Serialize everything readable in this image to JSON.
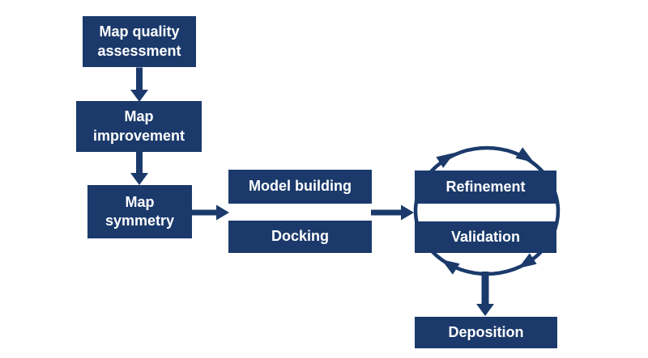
{
  "colors": {
    "background": "#ffffff",
    "box_fill": "#1b3a6b",
    "box_text": "#ffffff",
    "arrow": "#1b3a6b"
  },
  "nodes": {
    "map_quality_assessment": {
      "lines": [
        "Map quality",
        "assessment"
      ]
    },
    "map_improvement": {
      "lines": [
        "Map",
        "improvement"
      ]
    },
    "map_symmetry": {
      "lines": [
        "Map",
        "symmetry"
      ]
    },
    "model_building": {
      "lines": [
        "Model building"
      ]
    },
    "docking": {
      "lines": [
        "Docking"
      ]
    },
    "refinement": {
      "lines": [
        "Refinement"
      ]
    },
    "validation": {
      "lines": [
        "Validation"
      ]
    },
    "deposition": {
      "lines": [
        "Deposition"
      ]
    }
  },
  "connectors": {
    "flow": [
      {
        "from": "Map quality assessment",
        "to": "Map improvement",
        "direction": "down"
      },
      {
        "from": "Map improvement",
        "to": "Map symmetry",
        "direction": "down"
      },
      {
        "from": "Map symmetry",
        "to": "Model building / Docking",
        "direction": "right"
      },
      {
        "from": "Model building / Docking",
        "to": "Refinement / Validation",
        "direction": "right"
      },
      {
        "from": "Refinement / Validation cycle",
        "to": "Deposition",
        "direction": "down"
      }
    ],
    "cycle": {
      "around": [
        "Refinement",
        "Validation"
      ],
      "direction": "clockwise"
    }
  }
}
